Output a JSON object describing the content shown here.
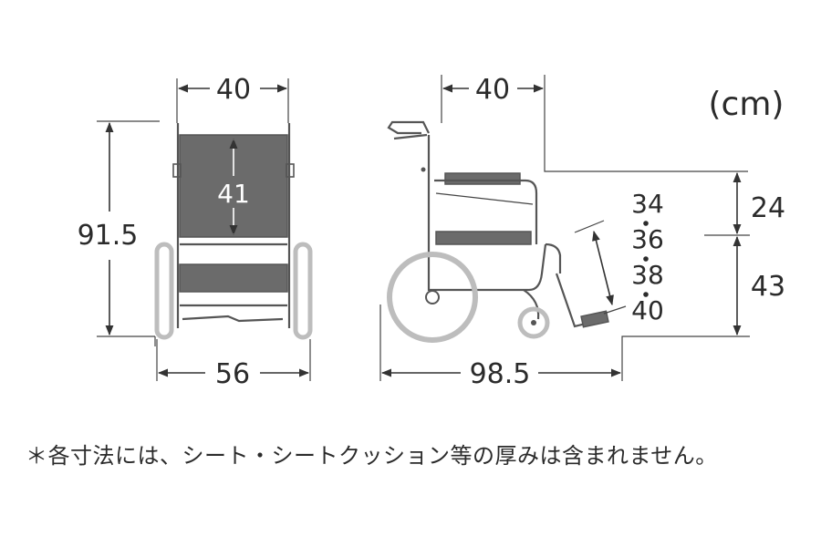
{
  "unit": "(cm)",
  "front_view": {
    "width_top": "40",
    "height_total": "91.5",
    "backrest_height": "41",
    "width_bottom": "56"
  },
  "side_view": {
    "seat_depth": "40",
    "back_above_seat": "24",
    "seat_height": "43",
    "footrest_levels": [
      "34",
      "36",
      "38",
      "40"
    ],
    "total_length": "98.5"
  },
  "note": "＊各寸法には、シート・シートクッション等の厚みは含まれません。",
  "colors": {
    "frame": "#555555",
    "seat": "#6b6b6b",
    "wheel": "#bdbdbd",
    "text": "#2b2b2b"
  }
}
